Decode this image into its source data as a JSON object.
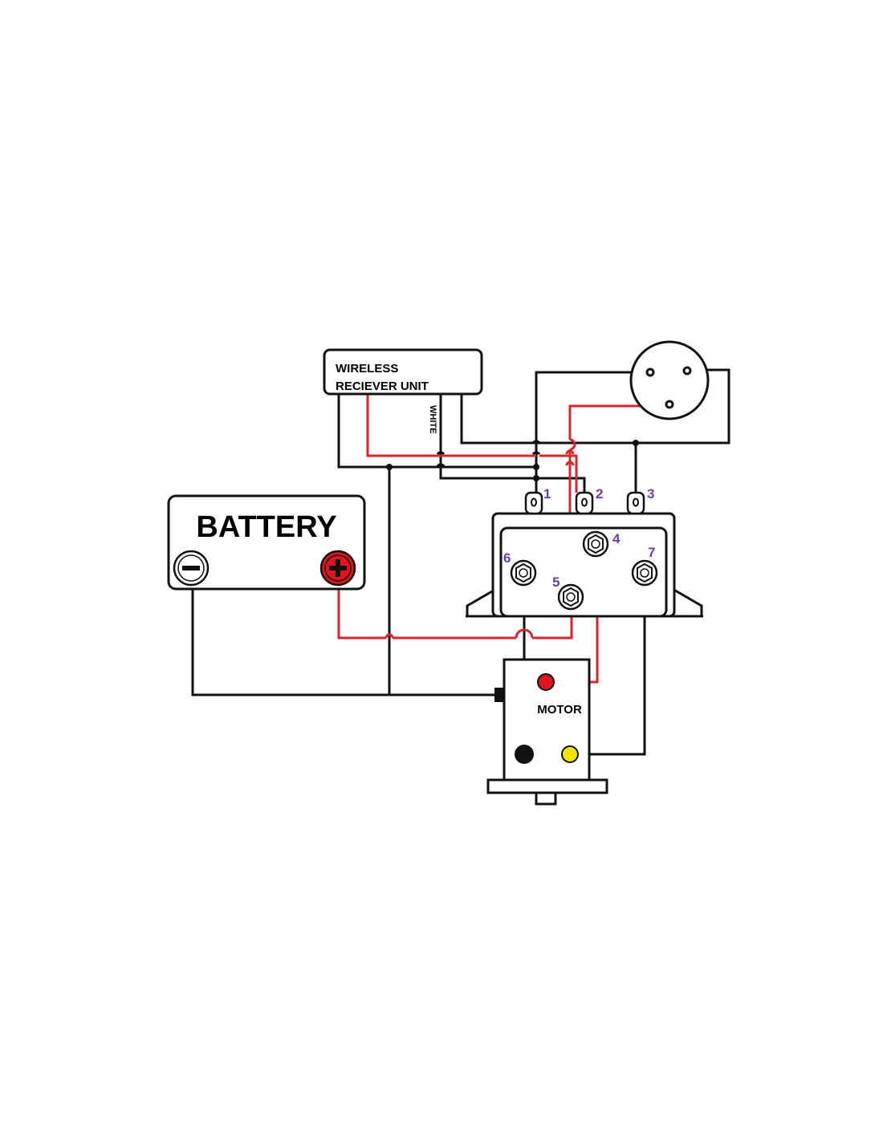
{
  "receiver": {
    "line1": "WIRELESS",
    "line2": "RECIEVER UNIT",
    "white_label": "WHITE"
  },
  "battery": {
    "label": "BATTERY",
    "neg_symbol": "−",
    "pos_symbol": "+"
  },
  "motor": {
    "label": "MOTOR"
  },
  "terminals": [
    "1",
    "2",
    "3",
    "4",
    "5",
    "6",
    "7"
  ],
  "colors": {
    "wire_black": "#111111",
    "wire_red": "#d9262c",
    "number_purple": "#6b3fa0",
    "terminal_red": "#e0141e",
    "terminal_yellow": "#f2e600"
  }
}
